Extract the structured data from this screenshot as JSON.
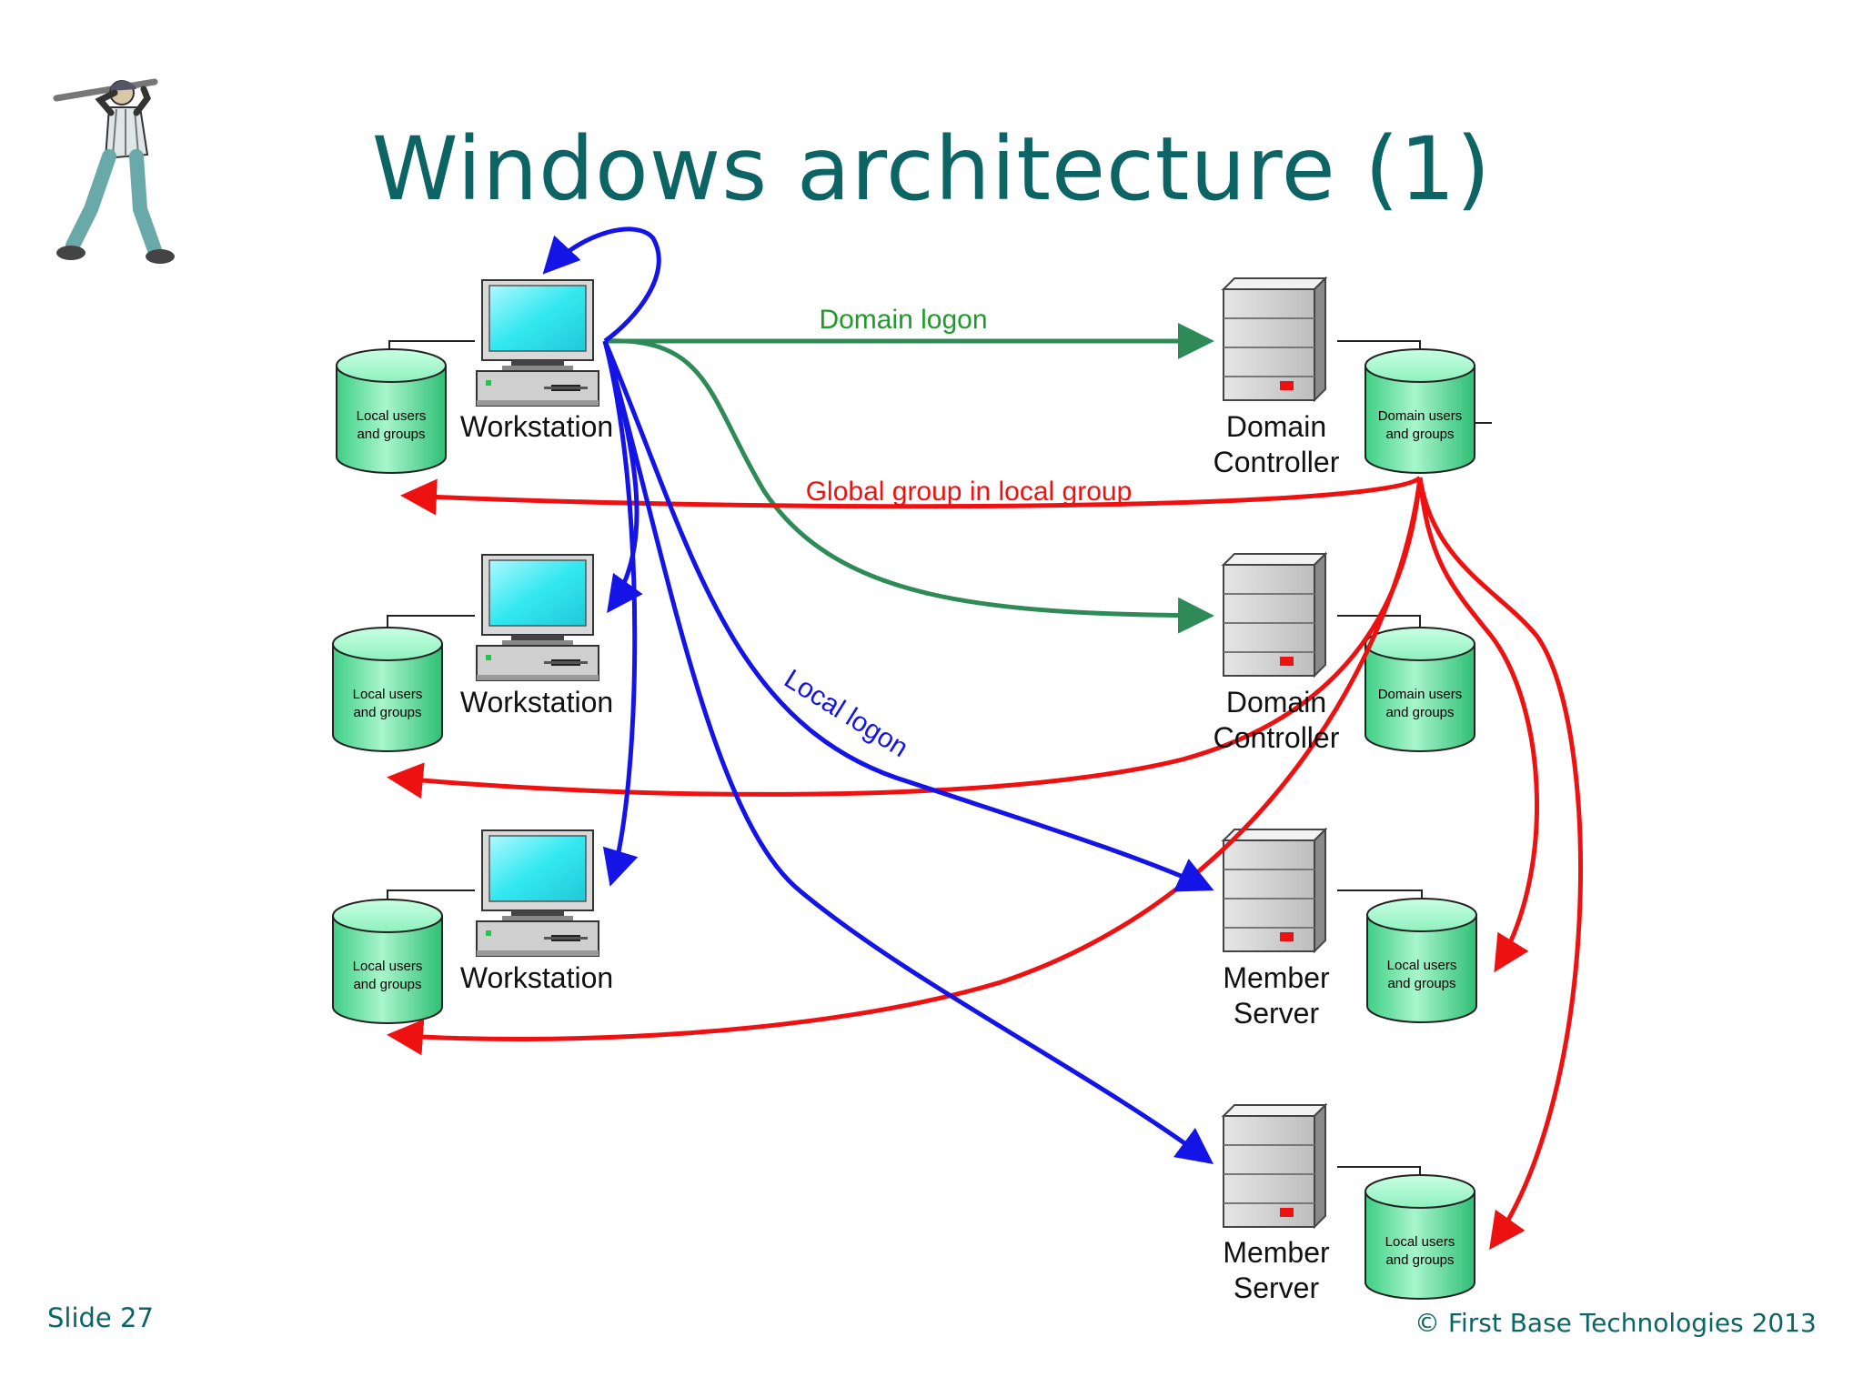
{
  "slide": {
    "title": "Windows architecture (1)",
    "slide_number": "Slide 27",
    "copyright": "© First Base Technologies 2013"
  },
  "nodes": {
    "workstation_label": "Workstation",
    "domain_controller_line1": "Domain",
    "domain_controller_line2": "Controller",
    "member_server_line1": "Member",
    "member_server_line2": "Server"
  },
  "databases": {
    "local_line1": "Local users",
    "local_line2": "and groups",
    "domain_line1": "Domain users",
    "domain_line2": "and groups"
  },
  "edges": {
    "domain_logon": "Domain logon",
    "global_group": "Global group in local group",
    "local_logon": "Local logon"
  },
  "colors": {
    "title": "#0d6464",
    "domain_logon": "#2e8b57",
    "global_group": "#ee1111",
    "local_logon": "#1414e6",
    "db_fill": "#6fe6a8",
    "monitor_screen": "#33e8f0"
  },
  "icons": {
    "mascot": "baseball-batter-icon",
    "workstation": "desktop-computer-icon",
    "server": "server-tower-icon",
    "database": "database-cylinder-icon"
  }
}
